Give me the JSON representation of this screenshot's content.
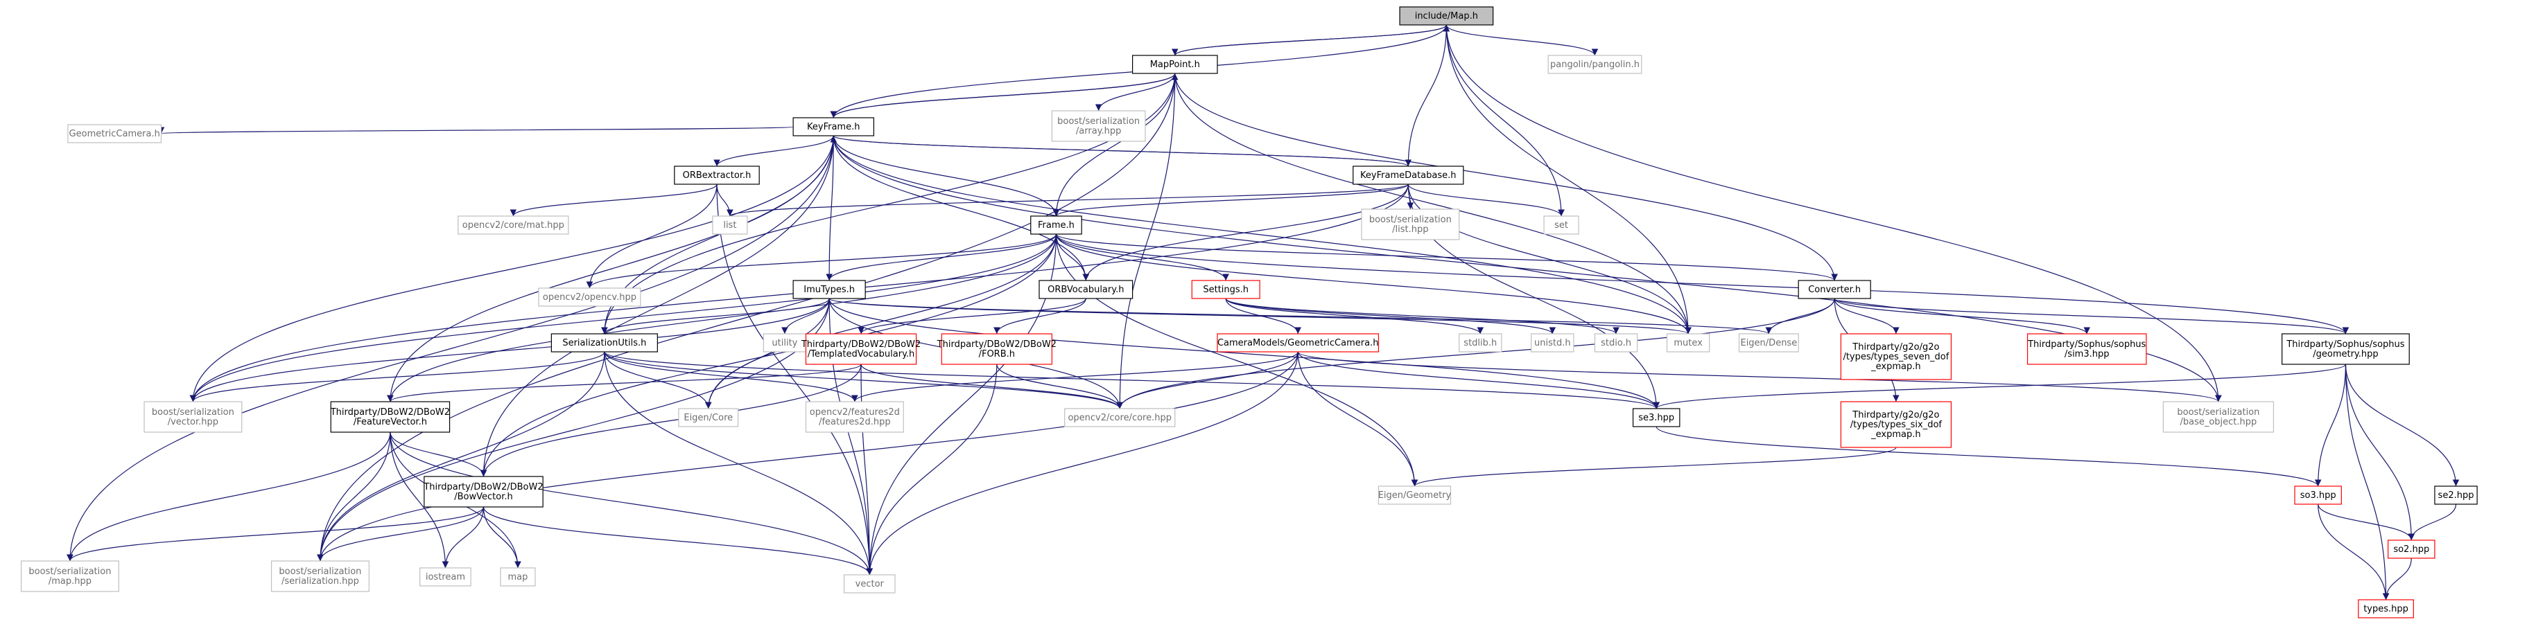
{
  "colors": {
    "edge": "#191970",
    "external_border": "#bfbfbf",
    "missing_border": "#ff0000",
    "root_fill": "#bfbfbf"
  },
  "nodes": [
    {
      "id": "map",
      "lines": [
        "include/Map.h"
      ],
      "kind": "root"
    },
    {
      "id": "mappoint",
      "lines": [
        "MapPoint.h"
      ],
      "kind": "doc"
    },
    {
      "id": "pangolin",
      "lines": [
        "pangolin/pangolin.h"
      ],
      "kind": "ext"
    },
    {
      "id": "keyframe",
      "lines": [
        "KeyFrame.h"
      ],
      "kind": "doc"
    },
    {
      "id": "bs_array",
      "lines": [
        "boost/serialization",
        "/array.hpp"
      ],
      "kind": "ext"
    },
    {
      "id": "geocam",
      "lines": [
        "GeometricCamera.h"
      ],
      "kind": "ext"
    },
    {
      "id": "orbextractor",
      "lines": [
        "ORBextractor.h"
      ],
      "kind": "doc"
    },
    {
      "id": "kfdb",
      "lines": [
        "KeyFrameDatabase.h"
      ],
      "kind": "doc"
    },
    {
      "id": "list",
      "lines": [
        "list"
      ],
      "kind": "ext"
    },
    {
      "id": "cvmat",
      "lines": [
        "opencv2/core/mat.hpp"
      ],
      "kind": "ext"
    },
    {
      "id": "bs_list",
      "lines": [
        "boost/serialization",
        "/list.hpp"
      ],
      "kind": "ext"
    },
    {
      "id": "set",
      "lines": [
        "set"
      ],
      "kind": "ext"
    },
    {
      "id": "frame",
      "lines": [
        "Frame.h"
      ],
      "kind": "doc"
    },
    {
      "id": "cvopencv",
      "lines": [
        "opencv2/opencv.hpp"
      ],
      "kind": "ext"
    },
    {
      "id": "imutypes",
      "lines": [
        "ImuTypes.h"
      ],
      "kind": "doc"
    },
    {
      "id": "orbvoc",
      "lines": [
        "ORBVocabulary.h"
      ],
      "kind": "doc"
    },
    {
      "id": "settings",
      "lines": [
        "Settings.h"
      ],
      "kind": "red"
    },
    {
      "id": "converter",
      "lines": [
        "Converter.h"
      ],
      "kind": "doc"
    },
    {
      "id": "serutils",
      "lines": [
        "SerializationUtils.h"
      ],
      "kind": "doc"
    },
    {
      "id": "utility",
      "lines": [
        "utility"
      ],
      "kind": "ext"
    },
    {
      "id": "templvoc",
      "lines": [
        "Thirdparty/DBoW2/DBoW2",
        "/TemplatedVocabulary.h"
      ],
      "kind": "red"
    },
    {
      "id": "forb",
      "lines": [
        "Thirdparty/DBoW2/DBoW2",
        "/FORB.h"
      ],
      "kind": "red"
    },
    {
      "id": "geocamh",
      "lines": [
        "CameraModels/GeometricCamera.h"
      ],
      "kind": "red"
    },
    {
      "id": "stdlib",
      "lines": [
        "stdlib.h"
      ],
      "kind": "ext"
    },
    {
      "id": "unistd",
      "lines": [
        "unistd.h"
      ],
      "kind": "ext"
    },
    {
      "id": "stdio",
      "lines": [
        "stdio.h"
      ],
      "kind": "ext"
    },
    {
      "id": "mutex",
      "lines": [
        "mutex"
      ],
      "kind": "ext"
    },
    {
      "id": "eigendense",
      "lines": [
        "Eigen/Dense"
      ],
      "kind": "ext"
    },
    {
      "id": "g2o_seven",
      "lines": [
        "Thirdparty/g2o/g2o",
        "/types/types_seven_dof",
        "_expmap.h"
      ],
      "kind": "red"
    },
    {
      "id": "sim3",
      "lines": [
        "Thirdparty/Sophus/sophus",
        "/sim3.hpp"
      ],
      "kind": "red"
    },
    {
      "id": "sophusgeo",
      "lines": [
        "Thirdparty/Sophus/sophus",
        "/geometry.hpp"
      ],
      "kind": "doc"
    },
    {
      "id": "bs_vector",
      "lines": [
        "boost/serialization",
        "/vector.hpp"
      ],
      "kind": "ext"
    },
    {
      "id": "featvec",
      "lines": [
        "Thirdparty/DBoW2/DBoW2",
        "/FeatureVector.h"
      ],
      "kind": "doc"
    },
    {
      "id": "eigencore",
      "lines": [
        "Eigen/Core"
      ],
      "kind": "ext"
    },
    {
      "id": "features2d",
      "lines": [
        "opencv2/features2d",
        "/features2d.hpp"
      ],
      "kind": "ext"
    },
    {
      "id": "cvcore",
      "lines": [
        "opencv2/core/core.hpp"
      ],
      "kind": "ext"
    },
    {
      "id": "se3",
      "lines": [
        "se3.hpp"
      ],
      "kind": "doc"
    },
    {
      "id": "g2o_six",
      "lines": [
        "Thirdparty/g2o/g2o",
        "/types/types_six_dof",
        "_expmap.h"
      ],
      "kind": "red"
    },
    {
      "id": "bs_baseobj",
      "lines": [
        "boost/serialization",
        "/base_object.hpp"
      ],
      "kind": "ext"
    },
    {
      "id": "bowvec",
      "lines": [
        "Thirdparty/DBoW2/DBoW2",
        "/BowVector.h"
      ],
      "kind": "doc"
    },
    {
      "id": "eigengeo",
      "lines": [
        "Eigen/Geometry"
      ],
      "kind": "ext"
    },
    {
      "id": "so3",
      "lines": [
        "so3.hpp"
      ],
      "kind": "red"
    },
    {
      "id": "se2",
      "lines": [
        "se2.hpp"
      ],
      "kind": "doc"
    },
    {
      "id": "so2",
      "lines": [
        "so2.hpp"
      ],
      "kind": "red"
    },
    {
      "id": "bs_map",
      "lines": [
        "boost/serialization",
        "/map.hpp"
      ],
      "kind": "ext"
    },
    {
      "id": "bs_ser",
      "lines": [
        "boost/serialization",
        "/serialization.hpp"
      ],
      "kind": "ext"
    },
    {
      "id": "iostream",
      "lines": [
        "iostream"
      ],
      "kind": "ext"
    },
    {
      "id": "mapn",
      "lines": [
        "map"
      ],
      "kind": "ext"
    },
    {
      "id": "vector",
      "lines": [
        "vector"
      ],
      "kind": "ext"
    },
    {
      "id": "types",
      "lines": [
        "types.hpp"
      ],
      "kind": "red"
    }
  ],
  "edges": [
    [
      "map",
      "mappoint"
    ],
    [
      "map",
      "keyframe"
    ],
    [
      "map",
      "pangolin"
    ],
    [
      "map",
      "set"
    ],
    [
      "map",
      "mutex"
    ],
    [
      "map",
      "bs_baseobj"
    ],
    [
      "mappoint",
      "keyframe"
    ],
    [
      "mappoint",
      "frame"
    ],
    [
      "mappoint",
      "bs_array"
    ],
    [
      "mappoint",
      "mutex"
    ],
    [
      "mappoint",
      "map"
    ],
    [
      "mappoint",
      "converter"
    ],
    [
      "mappoint",
      "serutils"
    ],
    [
      "mappoint",
      "bs_ser"
    ],
    [
      "mappoint",
      "cvcore"
    ],
    [
      "keyframe",
      "mappoint"
    ],
    [
      "keyframe",
      "geocam"
    ],
    [
      "keyframe",
      "orbextractor"
    ],
    [
      "keyframe",
      "kfdb"
    ],
    [
      "keyframe",
      "frame"
    ],
    [
      "keyframe",
      "imutypes"
    ],
    [
      "keyframe",
      "orbvoc"
    ],
    [
      "keyframe",
      "serutils"
    ],
    [
      "keyframe",
      "bs_vector"
    ],
    [
      "keyframe",
      "featvec"
    ],
    [
      "keyframe",
      "bowvec"
    ],
    [
      "keyframe",
      "bs_map"
    ],
    [
      "keyframe",
      "mutex"
    ],
    [
      "keyframe",
      "bs_baseobj"
    ],
    [
      "orbextractor",
      "list"
    ],
    [
      "orbextractor",
      "cvmat"
    ],
    [
      "orbextractor",
      "cvopencv"
    ],
    [
      "orbextractor",
      "vector"
    ],
    [
      "kfdb",
      "keyframe"
    ],
    [
      "kfdb",
      "frame"
    ],
    [
      "kfdb",
      "orbvoc"
    ],
    [
      "kfdb",
      "list"
    ],
    [
      "kfdb",
      "bs_list"
    ],
    [
      "kfdb",
      "set"
    ],
    [
      "kfdb",
      "mutex"
    ],
    [
      "kfdb",
      "map"
    ],
    [
      "kfdb",
      "bs_vector"
    ],
    [
      "kfdb",
      "se3"
    ],
    [
      "frame",
      "cvopencv"
    ],
    [
      "frame",
      "imutypes"
    ],
    [
      "frame",
      "orbvoc"
    ],
    [
      "frame",
      "settings"
    ],
    [
      "frame",
      "converter"
    ],
    [
      "frame",
      "featvec"
    ],
    [
      "frame",
      "bowvec"
    ],
    [
      "frame",
      "eigengeo"
    ],
    [
      "frame",
      "mutex"
    ],
    [
      "frame",
      "sophusgeo"
    ],
    [
      "frame",
      "bs_vector"
    ],
    [
      "frame",
      "vector"
    ],
    [
      "frame",
      "eigencore"
    ],
    [
      "imutypes",
      "serutils"
    ],
    [
      "imutypes",
      "utility"
    ],
    [
      "imutypes",
      "vector"
    ],
    [
      "imutypes",
      "cvcore"
    ],
    [
      "imutypes",
      "eigencore"
    ],
    [
      "imutypes",
      "mutex"
    ],
    [
      "imutypes",
      "eigendense"
    ],
    [
      "imutypes",
      "bs_ser"
    ],
    [
      "imutypes",
      "bs_vector"
    ],
    [
      "imutypes",
      "se3"
    ],
    [
      "orbvoc",
      "templvoc"
    ],
    [
      "orbvoc",
      "forb"
    ],
    [
      "settings",
      "geocamh"
    ],
    [
      "settings",
      "stdlib"
    ],
    [
      "settings",
      "unistd"
    ],
    [
      "settings",
      "stdio"
    ],
    [
      "converter",
      "eigendense"
    ],
    [
      "converter",
      "g2o_seven"
    ],
    [
      "converter",
      "sim3"
    ],
    [
      "converter",
      "sophusgeo"
    ],
    [
      "converter",
      "cvcore"
    ],
    [
      "converter",
      "g2o_six"
    ],
    [
      "serutils",
      "bs_vector"
    ],
    [
      "serutils",
      "eigencore"
    ],
    [
      "serutils",
      "features2d"
    ],
    [
      "serutils",
      "cvcore"
    ],
    [
      "serutils",
      "se3"
    ],
    [
      "serutils",
      "bs_ser"
    ],
    [
      "serutils",
      "vector"
    ],
    [
      "templvoc",
      "featvec"
    ],
    [
      "templvoc",
      "bowvec"
    ],
    [
      "templvoc",
      "cvcore"
    ],
    [
      "templvoc",
      "vector"
    ],
    [
      "forb",
      "cvcore"
    ],
    [
      "forb",
      "vector"
    ],
    [
      "geocamh",
      "cvcore"
    ],
    [
      "geocamh",
      "features2d"
    ],
    [
      "geocamh",
      "eigengeo"
    ],
    [
      "geocamh",
      "se3"
    ],
    [
      "geocamh",
      "bs_baseobj"
    ],
    [
      "geocamh",
      "vector"
    ],
    [
      "geocamh",
      "bs_ser"
    ],
    [
      "sophusgeo",
      "se3"
    ],
    [
      "sophusgeo",
      "so3"
    ],
    [
      "sophusgeo",
      "se2"
    ],
    [
      "sophusgeo",
      "so2"
    ],
    [
      "sophusgeo",
      "types"
    ],
    [
      "se3",
      "so3"
    ],
    [
      "so3",
      "so2"
    ],
    [
      "so3",
      "types"
    ],
    [
      "se2",
      "so2"
    ],
    [
      "so2",
      "types"
    ],
    [
      "g2o_six",
      "eigengeo"
    ],
    [
      "featvec",
      "bowvec"
    ],
    [
      "featvec",
      "bs_map"
    ],
    [
      "featvec",
      "bs_ser"
    ],
    [
      "featvec",
      "iostream"
    ],
    [
      "featvec",
      "mapn"
    ],
    [
      "featvec",
      "vector"
    ],
    [
      "bowvec",
      "bs_map"
    ],
    [
      "bowvec",
      "bs_ser"
    ],
    [
      "bowvec",
      "iostream"
    ],
    [
      "bowvec",
      "mapn"
    ],
    [
      "bowvec",
      "vector"
    ]
  ]
}
